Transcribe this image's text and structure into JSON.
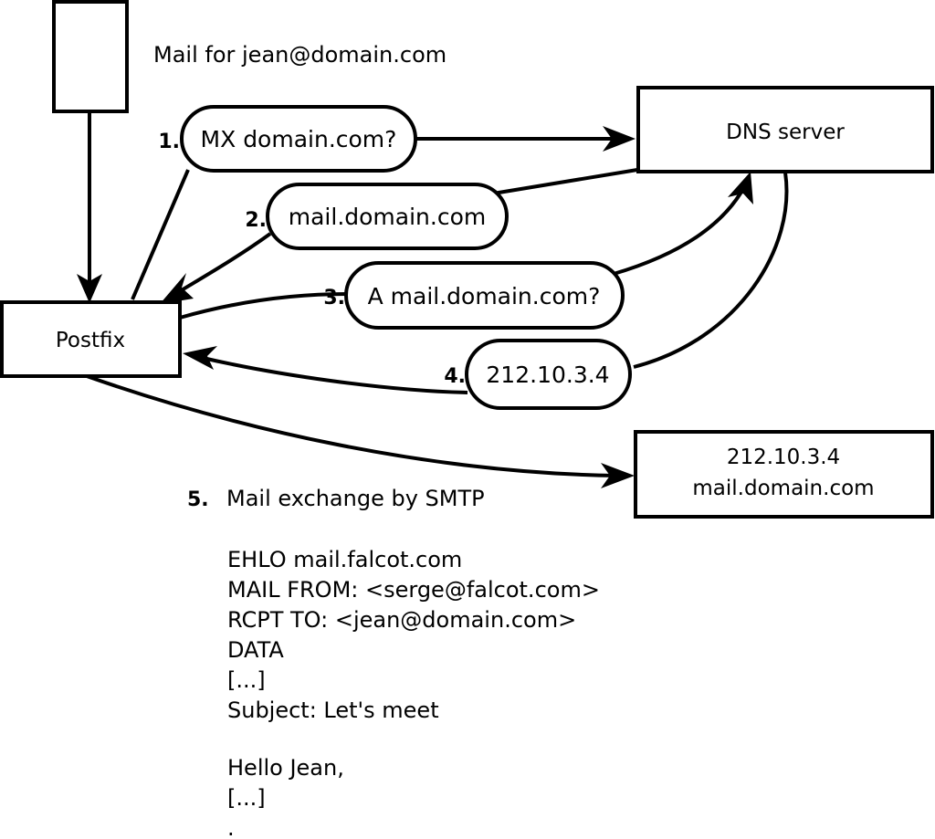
{
  "diagram": {
    "title_text": "Mail for jean@domain.com",
    "nodes": [
      {
        "id": "sender",
        "label": ""
      },
      {
        "id": "postfix",
        "label": "Postfix"
      },
      {
        "id": "dns",
        "label": "DNS server"
      },
      {
        "id": "mailserver",
        "label_line1": "212.10.3.4",
        "label_line2": "mail.domain.com"
      }
    ],
    "steps": [
      {
        "num": "1.",
        "text": "MX domain.com?"
      },
      {
        "num": "2.",
        "text": "mail.domain.com"
      },
      {
        "num": "3.",
        "text": "A mail.domain.com?"
      },
      {
        "num": "4.",
        "text": "212.10.3.4"
      }
    ],
    "step5": {
      "num": "5.",
      "label": "Mail exchange by SMTP"
    },
    "smtp_transcript": [
      "EHLO mail.falcot.com",
      "MAIL FROM: <serge@falcot.com>",
      "RCPT TO: <jean@domain.com>",
      "DATA",
      "[...]",
      "Subject: Let's meet",
      "",
      "Hello Jean,",
      "[...]",
      "."
    ],
    "colors": {
      "stroke": "#000000",
      "fill": "#ffffff",
      "background": "#ffffff"
    }
  }
}
